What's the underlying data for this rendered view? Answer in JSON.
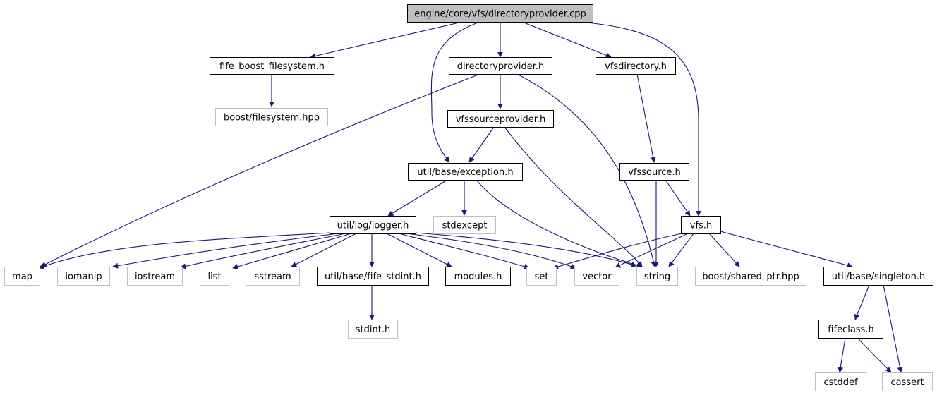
{
  "colors": {
    "edge": "#191970",
    "node_border": "#000000",
    "external_border": "#bfbfbf",
    "root_fill": "#bfbfbf",
    "node_fill": "#ffffff",
    "text": "#000000"
  },
  "nodes": {
    "root": "engine/core/vfs/directoryprovider.cpp",
    "fife_boost_filesystem": "fife_boost_filesystem.h",
    "boost_filesystem": "boost/filesystem.hpp",
    "directoryprovider_h": "directoryprovider.h",
    "vfsdirectory": "vfsdirectory.h",
    "vfssourceprovider": "vfssourceprovider.h",
    "exception": "util/base/exception.h",
    "vfssource": "vfssource.h",
    "logger": "util/log/logger.h",
    "stdexcept": "stdexcept",
    "vfs": "vfs.h",
    "map": "map",
    "iomanip": "iomanip",
    "iostream": "iostream",
    "list": "list",
    "sstream": "sstream",
    "fife_stdint": "util/base/fife_stdint.h",
    "modules": "modules.h",
    "set": "set",
    "vector": "vector",
    "string": "string",
    "shared_ptr": "boost/shared_ptr.hpp",
    "singleton": "util/base/singleton.h",
    "stdint": "stdint.h",
    "fifeclass": "fifeclass.h",
    "cstddef": "cstddef",
    "cassert": "cassert"
  }
}
